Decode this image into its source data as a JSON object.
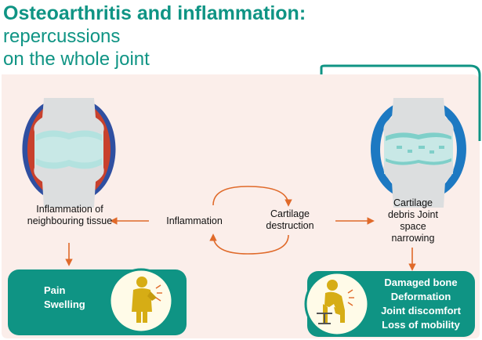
{
  "title": {
    "line1": "Osteoarthritis and inflammation:",
    "line2": "repercussions",
    "line3": "on the whole joint"
  },
  "labels": {
    "left_tissue": "Inflammation of neighbouring tissue",
    "inflammation": "Inflammation",
    "cartilage_destruction": "Cartilage destruction",
    "right_effects": "Cartilage debris Joint space narrowing"
  },
  "panels": {
    "left": {
      "items": [
        "Pain",
        "Swelling"
      ]
    },
    "right": {
      "items": [
        "Damaged bone",
        "Deformation",
        "Joint discomfort",
        "Loss of mobility"
      ]
    }
  },
  "colors": {
    "teal": "#0f9484",
    "background": "#fbeeea",
    "arrow": "#e06a2a",
    "bone": "#dcdedf",
    "cartilage": "#b3e2df",
    "synovium_left": "#c8412d",
    "capsule_left": "#2f4fa1",
    "capsule_right": "#1d79c2",
    "figure": "#d6ad15"
  }
}
